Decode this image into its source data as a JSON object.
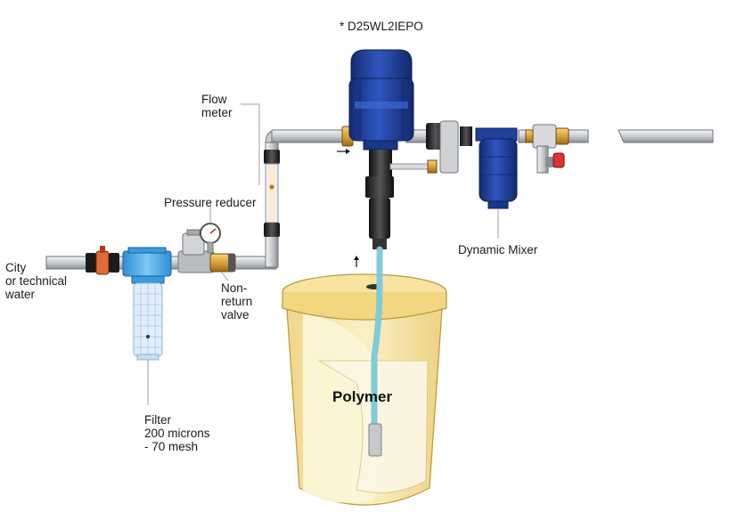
{
  "labels": {
    "model": "* D25WL2IEPO",
    "flow_meter": [
      "Flow",
      "meter"
    ],
    "pressure_reducer": "Pressure reducer",
    "city_water": [
      "City",
      "or technical",
      "water"
    ],
    "non_return_valve": [
      "Non-",
      "return",
      "valve"
    ],
    "dynamic_mixer": "Dynamic Mixer",
    "polymer": "Polymer",
    "filter": [
      "Filter",
      "200 microns",
      "- 70 mesh"
    ]
  },
  "colors": {
    "pump_blue": "#1f3f9a",
    "pipe_grey": "#c9ccd0",
    "filter_blue": "#49a9e6",
    "tank_yellow": "#f7e9a8",
    "tube_cyan": "#8fd3e0",
    "valve_red": "#e0332f",
    "brass": "#d9a23a"
  }
}
